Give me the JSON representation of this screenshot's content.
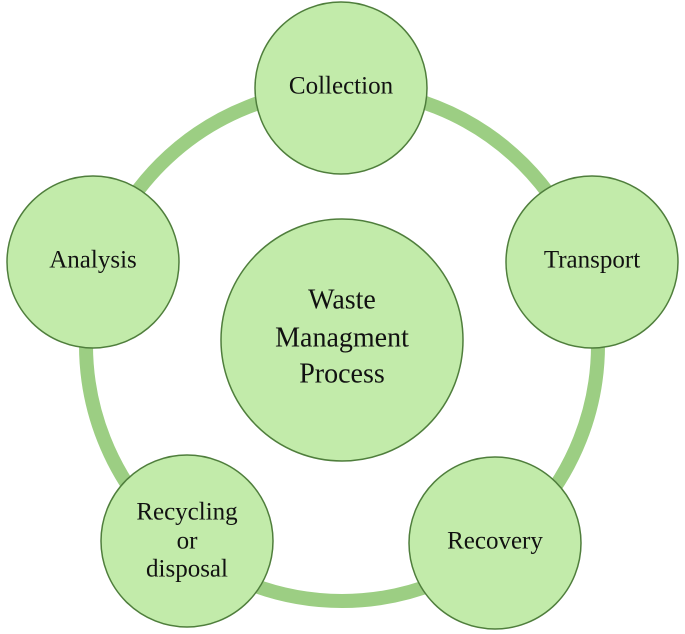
{
  "diagram": {
    "center": [
      "Waste",
      "Managment",
      "Process"
    ],
    "nodes": {
      "collection": [
        "Collection"
      ],
      "transport": [
        "Transport"
      ],
      "recovery": [
        "Recovery"
      ],
      "recycling": [
        "Recycling",
        "or",
        "disposal"
      ],
      "analysis": [
        "Analysis"
      ]
    }
  },
  "colors": {
    "fill": "#c2ebaa",
    "ring": "#9cce83",
    "outline": "#4f7e3c",
    "text": "#111111"
  }
}
